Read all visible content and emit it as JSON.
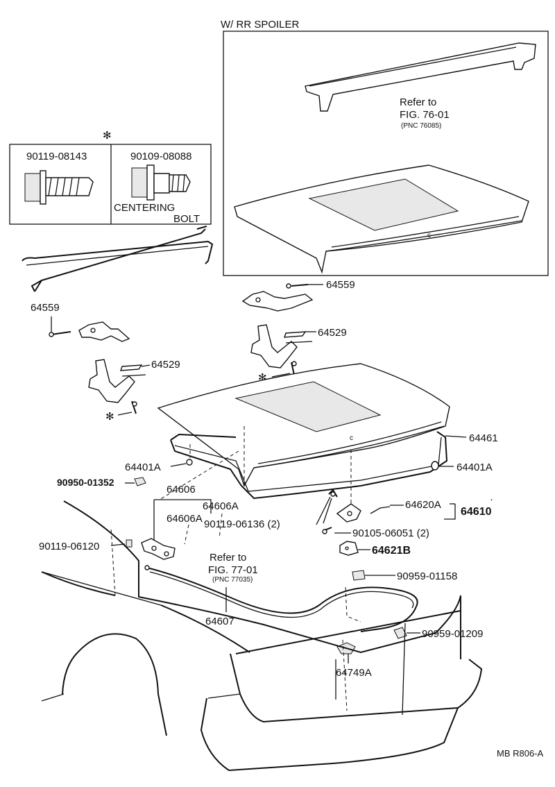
{
  "spoiler_box": {
    "title": "W/ RR SPOILER",
    "refer_line1": "Refer to",
    "refer_line2": "FIG. 76-01",
    "refer_pnc": "(PNC 76085)"
  },
  "bolt_box": {
    "star_mark": "✻",
    "bolt_a": "90119-08143",
    "bolt_b": "90109-08088",
    "centering_line1": "CENTERING",
    "centering_line2": "BOLT"
  },
  "labels": {
    "p64559_right": "64559",
    "p64559_left": "64559",
    "p64529_right": "64529",
    "p64529_left": "64529",
    "p64461": "64461",
    "p64401a_left": "64401A",
    "p64401a_right": "64401A",
    "p90950": "90950-01352",
    "p64606": "64606",
    "p64606a_1": "64606A",
    "p64606a_2": "64606A",
    "p90119_06136": "90119-06136  (2)",
    "p90119_06120": "90119-06120",
    "p64620a": "64620A",
    "p64610": "64610",
    "p90105": "90105-06051  (2)",
    "p64621b": "64621B",
    "refer77_line1": "Refer to",
    "refer77_line2": "FIG. 77-01",
    "refer77_pnc": "(PNC 77035)",
    "p90959_01158": "90959-01158",
    "p64607": "64607",
    "p90959_01209": "90959-01209",
    "p64749a": "64749A",
    "star_right": "✻",
    "star_left": "✻"
  },
  "footer": {
    "code": "MB R806-A"
  }
}
